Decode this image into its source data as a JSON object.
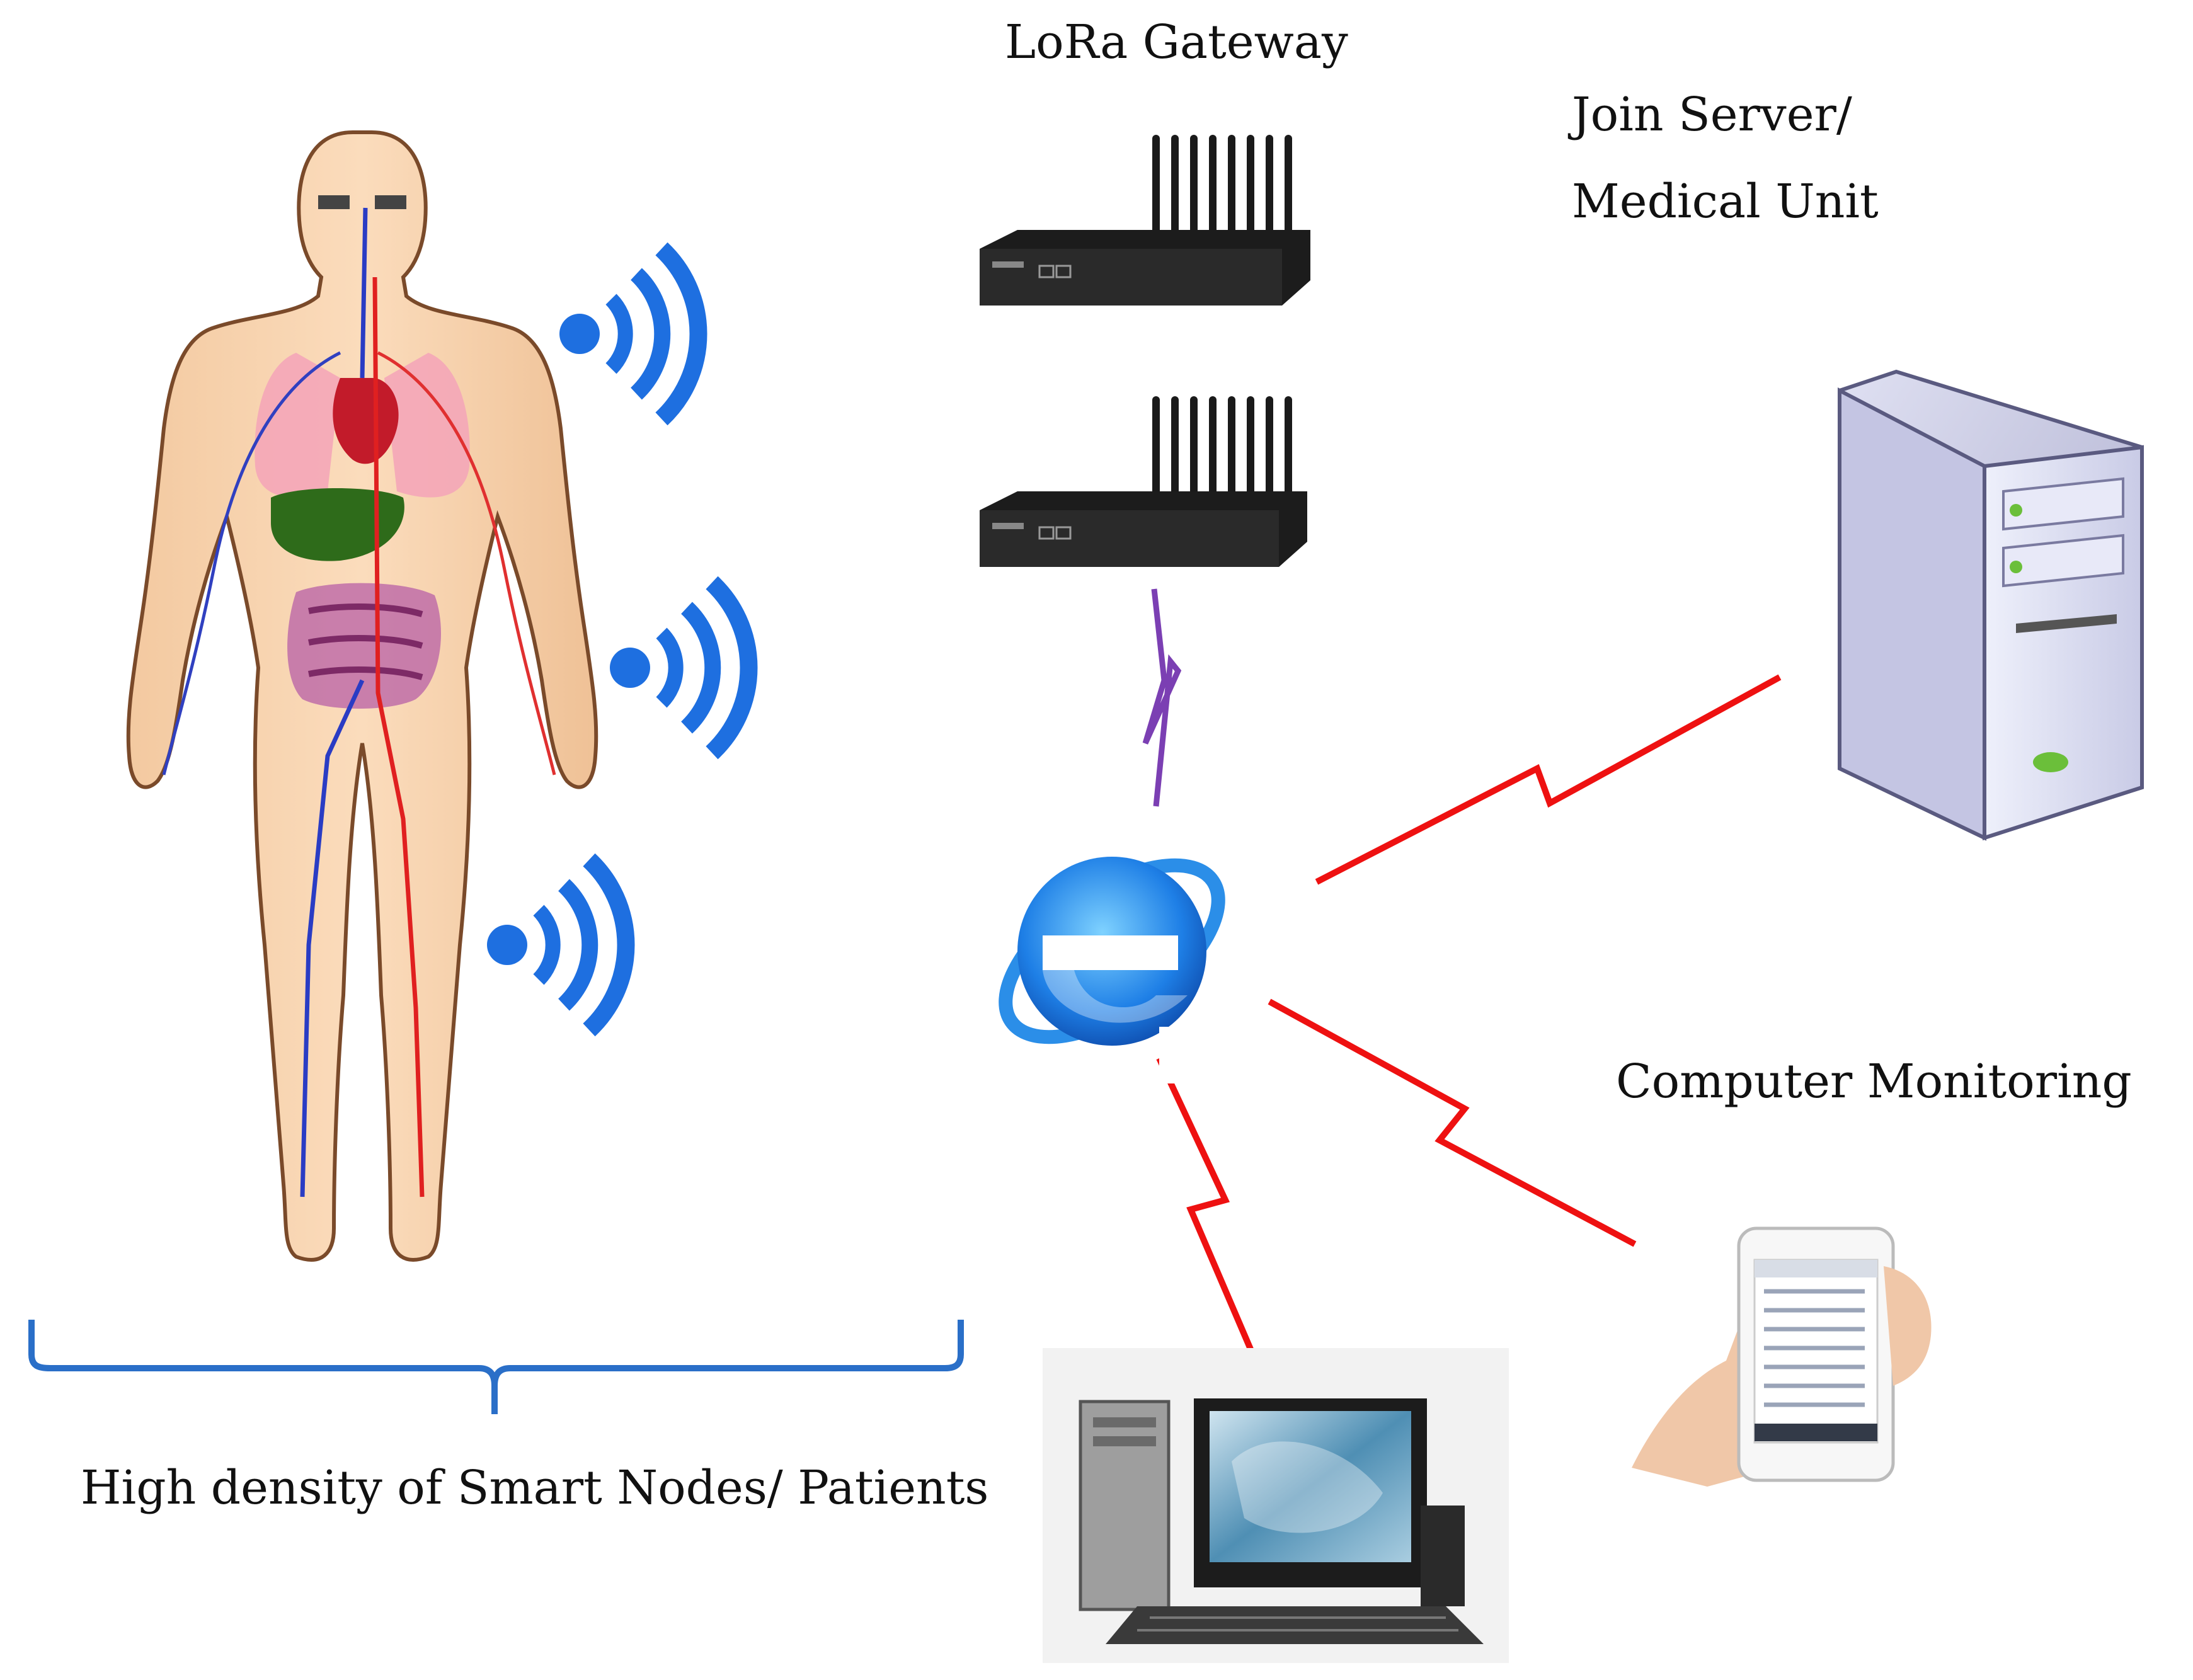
{
  "labels": {
    "gateway": "LoRa Gateway",
    "server_line1": "Join Server/",
    "server_line2": "Medical Unit",
    "monitoring": "Computer Monitoring",
    "patients": "High density of Smart Nodes/ Patients"
  },
  "nodes": [
    {
      "id": "patient",
      "icon": "human-body-anatomy-icon"
    },
    {
      "id": "gateway-1",
      "icon": "lora-gateway-router-icon"
    },
    {
      "id": "gateway-2",
      "icon": "lora-gateway-router-icon"
    },
    {
      "id": "internet",
      "icon": "internet-explorer-icon"
    },
    {
      "id": "server",
      "icon": "server-tower-icon"
    },
    {
      "id": "smartphone",
      "icon": "smartphone-in-hand-icon"
    },
    {
      "id": "desktop",
      "icon": "desktop-computer-icon"
    }
  ],
  "colors": {
    "wireless_signal": "#1e6fe0",
    "gateway_link": "#7b3fb3",
    "internet_link": "#ee1111",
    "bracket": "#2a6fc8"
  }
}
